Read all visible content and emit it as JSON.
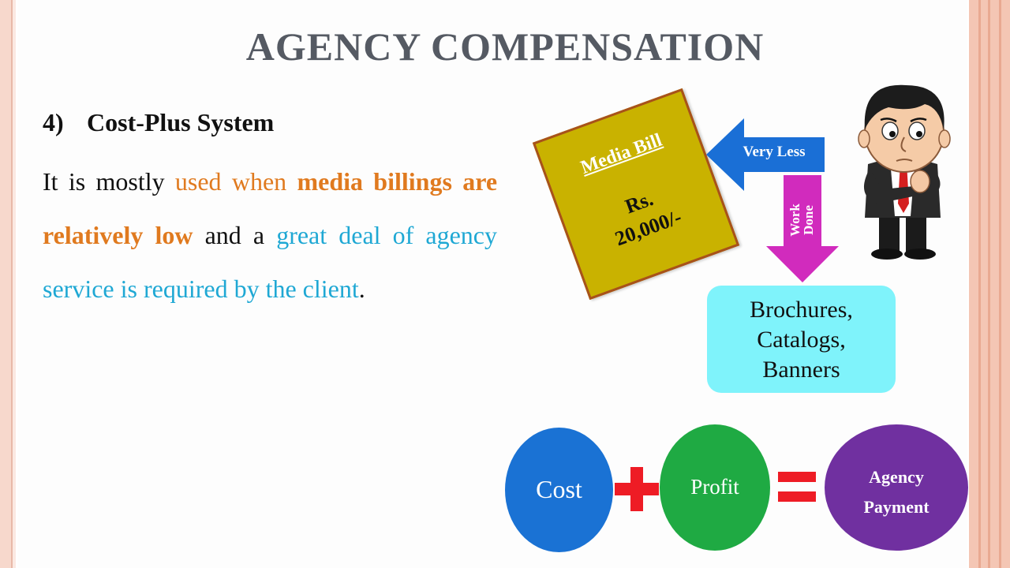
{
  "slide": {
    "title": "AGENCY COMPENSATION",
    "heading_number": "4)",
    "heading_text": "Cost-Plus System",
    "paragraph": {
      "p1": "It is mostly ",
      "p2": "used when ",
      "p3": "media billings are relatively low",
      "p4": " and a ",
      "p5": "great deal of agency service is required by the client",
      "p6": "."
    }
  },
  "diagram": {
    "media_bill_title": "Media Bill",
    "media_bill_amount_line1": "Rs.",
    "media_bill_amount_line2": "20,000/-",
    "left_arrow_label": "Very Less",
    "down_arrow_line1": "Work",
    "down_arrow_line2": "Done",
    "output_lines": [
      "Brochures,",
      "Catalogs,",
      "Banners"
    ],
    "icons": [
      "thinking-person-icon",
      "left-arrow-icon",
      "down-arrow-icon",
      "plus-sign-icon",
      "equals-sign-icon"
    ]
  },
  "formula": {
    "cost": "Cost",
    "profit": "Profit",
    "payment_line1": "Agency",
    "payment_line2": "Payment"
  },
  "colors": {
    "title": "#555a63",
    "highlight_orange": "#e07a1f",
    "highlight_cyan": "#1fa8d4",
    "media_bill_fill": "#c9b200",
    "left_arrow": "#1a6fd6",
    "down_arrow": "#d12bbd",
    "output_box": "#7ff3fb",
    "cost_circle": "#1a72d4",
    "profit_circle": "#1faa43",
    "payment_circle": "#7030a0",
    "operator_red": "#ee1c25"
  }
}
